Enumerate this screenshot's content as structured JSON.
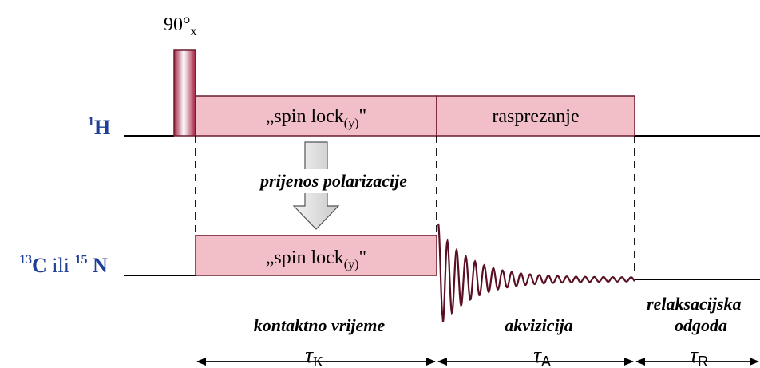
{
  "pulse_label": {
    "main": "90°",
    "sub": "x"
  },
  "channels": {
    "h": {
      "sup": "1",
      "name": "H"
    },
    "cn": {
      "sup_c": "13",
      "c": "C",
      "ili": " ili ",
      "sup_n": "15",
      "n": " N"
    }
  },
  "blocks": {
    "h_spinlock": {
      "open": "„spin lock",
      "sub": "(y)",
      "close": "\""
    },
    "decoupling": "rasprezanje",
    "x_spinlock": {
      "open": "„spin lock",
      "sub": "(y)",
      "close": "\""
    }
  },
  "transfer_label": "prijenos polarizacije",
  "periods": [
    {
      "label": "kontaktno vrijeme",
      "tau": "τ",
      "tau_sub": "K"
    },
    {
      "label": "akvizicija",
      "tau": "τ",
      "tau_sub": "A"
    },
    {
      "label_line1": "relaksacijska",
      "label_line2": "odgoda",
      "tau": "τ",
      "tau_sub": "R"
    }
  ],
  "colors": {
    "block_fill": "#f2bfc8",
    "block_stroke": "#6b1a2c",
    "pulse_dark": "#a3203f",
    "label_blue": "#1f3e96",
    "arrow_fill": "#dcdcdc"
  }
}
